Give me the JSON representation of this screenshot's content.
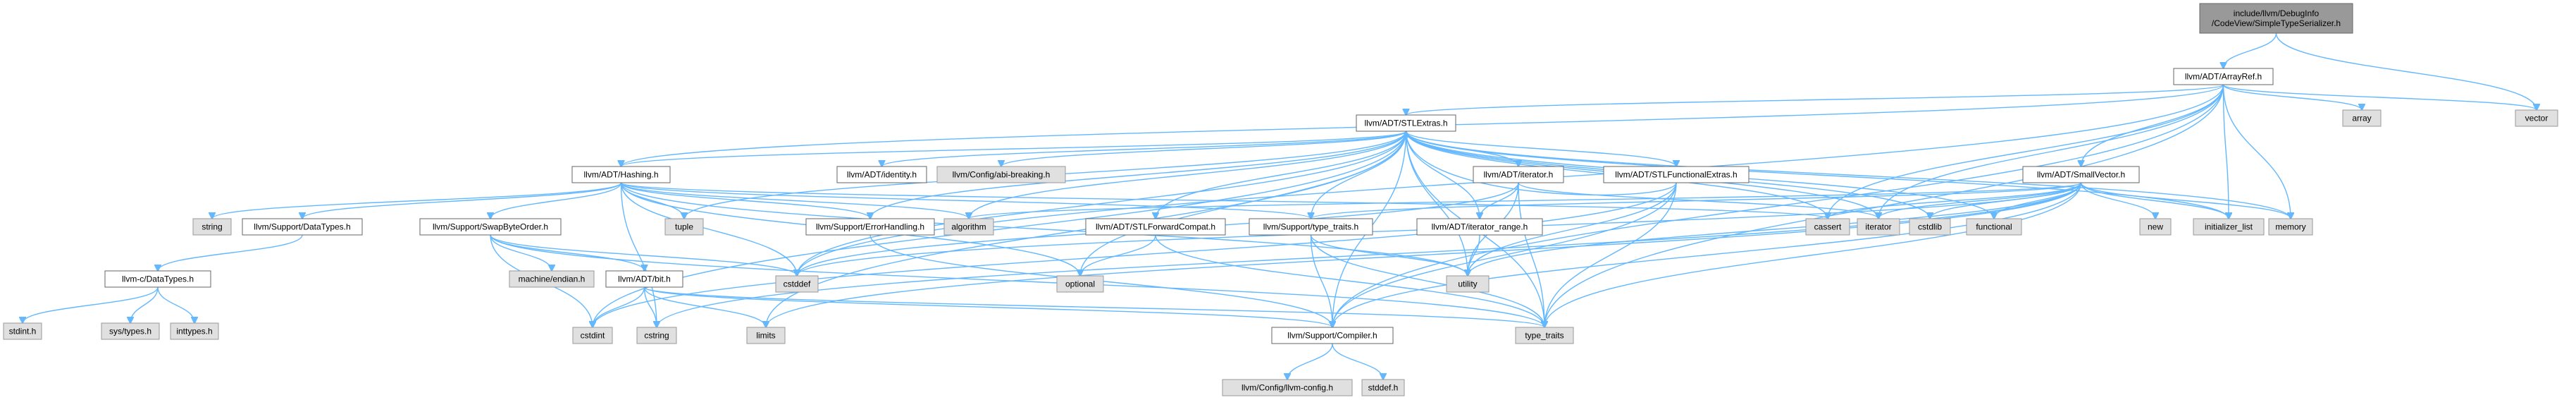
{
  "graph": {
    "nodes": {
      "root": "include/llvm/DebugInfo\n/CodeView/SimpleTypeSerializer.h",
      "arrayref": "llvm/ADT/ArrayRef.h",
      "vector": "vector",
      "stlextras": "llvm/ADT/STLExtras.h",
      "array": "array",
      "hashing": "llvm/ADT/Hashing.h",
      "identity": "llvm/ADT/identity.h",
      "abibreaking": "llvm/Config/abi-breaking.h",
      "iterator_h": "llvm/ADT/iterator.h",
      "stlfunc": "llvm/ADT/STLFunctionalExtras.h",
      "smallvector": "llvm/ADT/SmallVector.h",
      "string": "string",
      "datatypes": "llvm/Support/DataTypes.h",
      "swapbyte": "llvm/Support/SwapByteOrder.h",
      "tuple": "tuple",
      "errorhandling": "llvm/Support/ErrorHandling.h",
      "algorithm": "algorithm",
      "stlfwd": "llvm/ADT/STLForwardCompat.h",
      "typetraits_h": "llvm/Support/type_traits.h",
      "iterrange": "llvm/ADT/iterator_range.h",
      "cassert": "cassert",
      "iterator": "iterator",
      "cstdlib": "cstdlib",
      "functional": "functional",
      "new": "new",
      "initlist": "initializer_list",
      "memory": "memory",
      "cdatatypes": "llvm-c/DataTypes.h",
      "endian": "machine/endian.h",
      "bit": "llvm/ADT/bit.h",
      "cstddef": "cstddef",
      "optional": "optional",
      "utility": "utility",
      "stdint": "stdint.h",
      "systypes": "sys/types.h",
      "inttypes": "inttypes.h",
      "cstdint": "cstdint",
      "cstring": "cstring",
      "limits": "limits",
      "compiler": "llvm/Support/Compiler.h",
      "type_traits": "type_traits",
      "llvmconfig": "llvm/Config/llvm-config.h",
      "stddef": "stddef.h"
    },
    "colors": {
      "edge": "#63B8FF",
      "node_fill": "#ffffff",
      "node_border": "#666666",
      "system_fill": "#e0e0e0",
      "system_border": "#999999",
      "root_fill": "#999999",
      "root_border": "#666666"
    }
  }
}
